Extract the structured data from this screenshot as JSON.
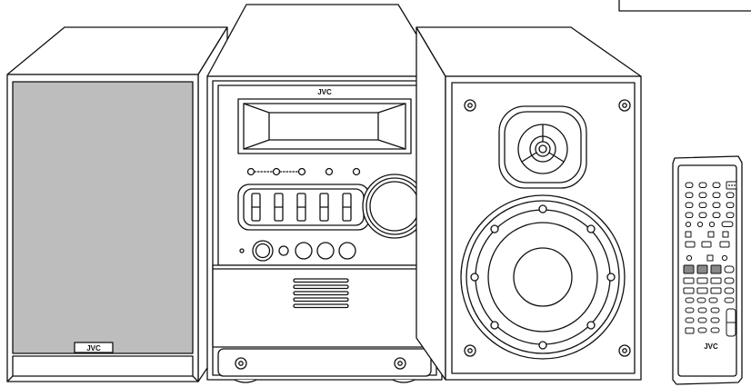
{
  "brand": {
    "speaker_left_logo": "JVC",
    "main_unit_logo": "JVC",
    "remote_logo": "JVC"
  },
  "colors": {
    "outline": "#111111",
    "grille": "#bdbdbd",
    "background": "#ffffff"
  },
  "components": {
    "speaker_left": "speaker-with-grille",
    "main_unit": "cd-receiver-with-display-and-knob",
    "speaker_right": "speaker-with-tweeter-and-woofer",
    "remote": "remote-control"
  }
}
